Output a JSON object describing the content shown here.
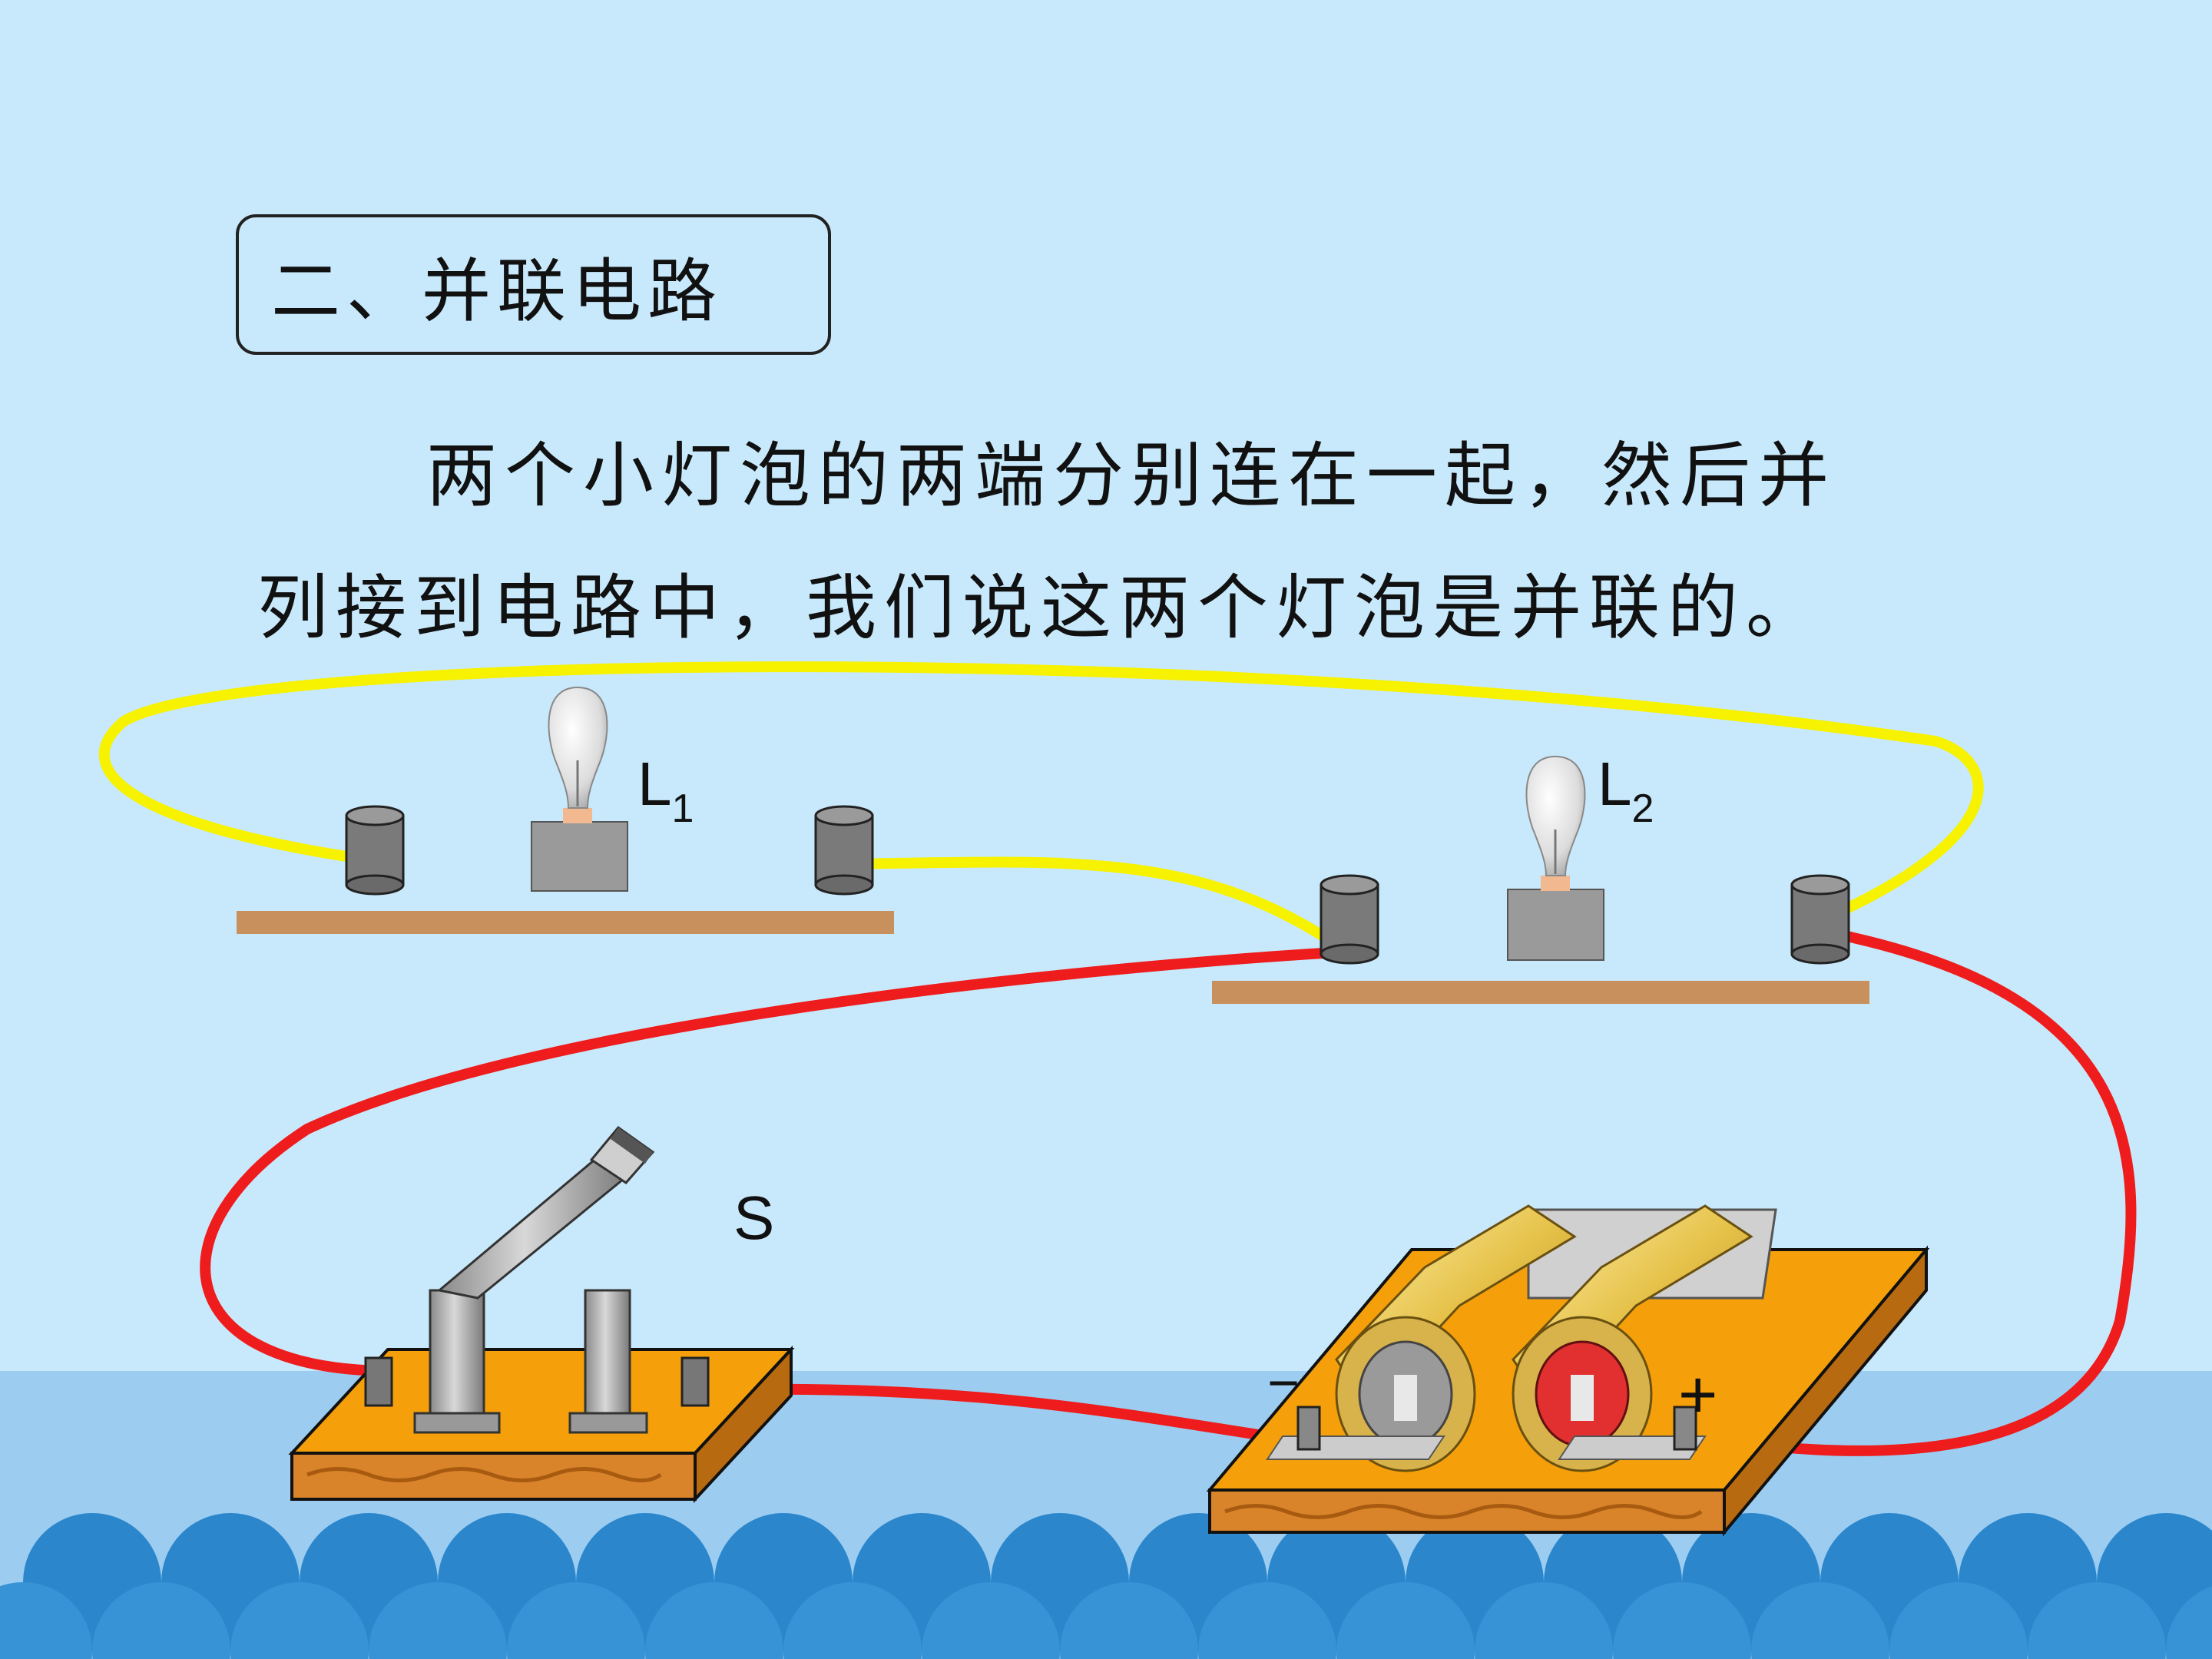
{
  "heading": "二、并联电路",
  "paragraph": {
    "line1": "两个小灯泡的两端分别连在一起，然后并",
    "line2": "列接到电路中，我们说这两个灯泡是并联的。"
  },
  "labels": {
    "bulb1_letter": "L",
    "bulb1_sub": "1",
    "bulb2_letter": "L",
    "bulb2_sub": "2",
    "switch": "S",
    "battery_minus": "−",
    "battery_plus": "+"
  },
  "colors": {
    "background": "#c8e9fb",
    "water": "#9ccdf0",
    "waves": "#2b86cc",
    "wire_yellow": "#f6f200",
    "wire_red": "#ee1c1c",
    "wood": "#c8905c",
    "base_orange": "#f5a00a"
  },
  "icons": [
    "light-bulb-icon",
    "terminal-post-icon",
    "knife-switch-icon",
    "battery-holder-icon"
  ]
}
